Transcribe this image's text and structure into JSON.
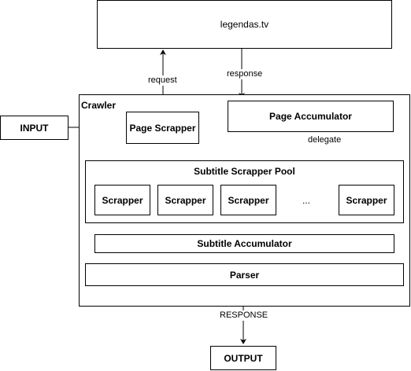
{
  "nodes": {
    "site": "legendas.tv",
    "crawler": "Crawler",
    "input": "INPUT",
    "page_scrapper": "Page Scrapper",
    "page_accumulator": "Page Accumulator",
    "pool": "Subtitle Scrapper Pool",
    "scrappers": [
      "Scrapper",
      "Scrapper",
      "Scrapper",
      "...",
      "Scrapper"
    ],
    "subtitle_accumulator": "Subtitle Accumulator",
    "parser": "Parser",
    "output": "OUTPUT"
  },
  "edges": {
    "request": "request",
    "response": "response",
    "delegate": "delegate",
    "final_response": "RESPONSE"
  }
}
